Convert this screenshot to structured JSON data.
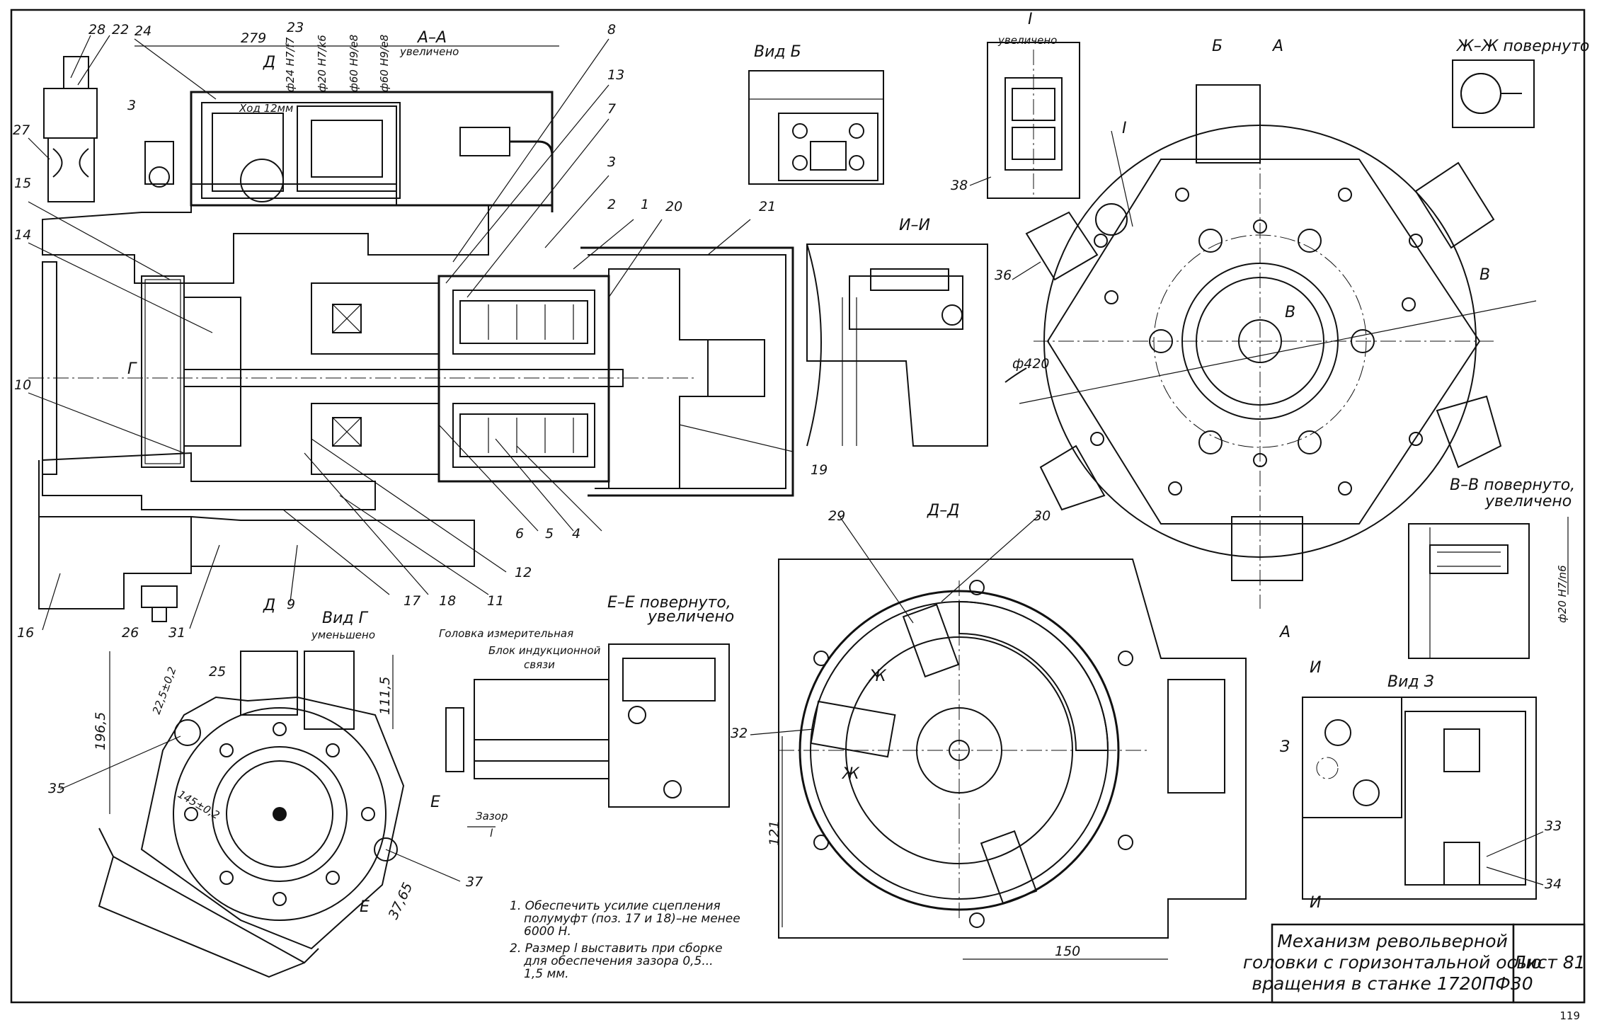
{
  "labels": {
    "section_aa": "А–А",
    "section_aa_sub": "увеличено",
    "view_b": "Вид Б",
    "detail_i": "I",
    "detail_i_sub": "увеличено",
    "section_zh": "Ж–Ж повернуто",
    "section_ii": "И–И",
    "section_vv": "В–В повернуто,",
    "section_vv_sub": "увеличено",
    "section_dd": "Д–Д",
    "view_g": "Вид Г",
    "view_g_sub": "уменьшено",
    "section_ee": "Е–Е повернуто,",
    "section_ee_sub": "увеличено",
    "view_z": "Вид З",
    "meas_head": "Головка измерительная",
    "induction_block": "Блок индукционной",
    "induction_block2": "связи",
    "gap": "Зазор",
    "gap_l": "l",
    "stroke": "Ход 12мм"
  },
  "dimensions": {
    "d279": "279",
    "d3": "3",
    "dphi24": "ф24 H7/f7",
    "dphi20": "ф20 H7/k6",
    "dphi60a": "ф60 H9/e8",
    "dphi60b": "ф60 H9/e8",
    "dphi420": "ф420",
    "d196": "196,5",
    "d22": "22,5±0,2",
    "d111": "111,5",
    "d145": "145±0,2",
    "d37": "37,65",
    "d121": "121",
    "d150": "150",
    "dphi20b": "ф20 H7/n6"
  },
  "section_letters": {
    "a": "А",
    "b": "Б",
    "v": "В",
    "g": "Г",
    "d": "Д",
    "e": "Е",
    "zh": "Ж",
    "i": "И",
    "z": "З",
    "roman_i": "I"
  },
  "callouts": [
    "1",
    "2",
    "3",
    "4",
    "5",
    "6",
    "7",
    "8",
    "9",
    "10",
    "11",
    "12",
    "13",
    "14",
    "15",
    "16",
    "17",
    "18",
    "19",
    "20",
    "21",
    "22",
    "23",
    "24",
    "25",
    "26",
    "27",
    "28",
    "29",
    "30",
    "31",
    "32",
    "33",
    "34",
    "35",
    "36",
    "37",
    "38"
  ],
  "notes": {
    "n1_line1": "1. Обеспечить усилие сцепления",
    "n1_line2": "полумуфт (поз. 17 и 18)–не менее",
    "n1_line3": "6000 Н.",
    "n2_line1": "2. Размер l выставить при сборке",
    "n2_line2": "для обеспечения зазора 0,5...",
    "n2_line3": "1,5 мм."
  },
  "title_block": {
    "line1": "Механизм револьверной",
    "line2": "головки с горизонтальной осью",
    "line3": "вращения в станке 1720ПФ30",
    "sheet": "Лист 81"
  },
  "page_number": "119",
  "colors": {
    "ink": "#111111",
    "paper": "#ffffff"
  }
}
